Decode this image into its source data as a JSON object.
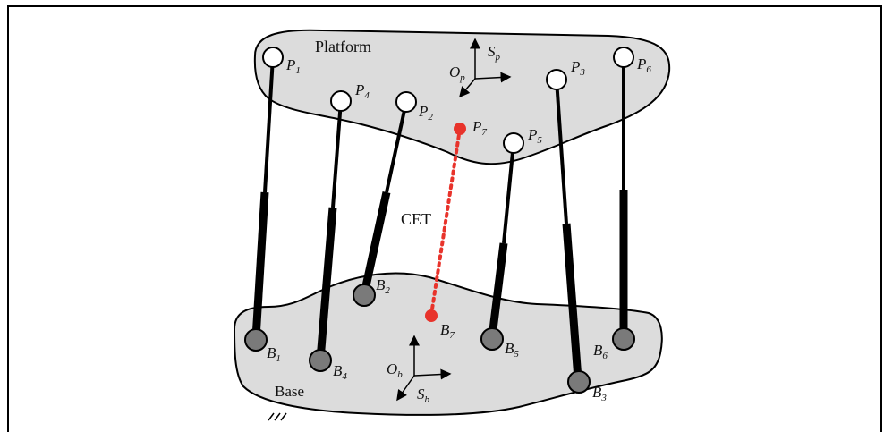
{
  "labels": {
    "platform": "Platform",
    "base": "Base",
    "cet": "CET",
    "op": "O",
    "op_sub": "p",
    "sp": "S",
    "sp_sub": "p",
    "ob": "O",
    "ob_sub": "b",
    "sb": "S",
    "sb_sub": "b"
  },
  "joints": {
    "p1": {
      "name": "P",
      "sub": "1"
    },
    "p2": {
      "name": "P",
      "sub": "2"
    },
    "p3": {
      "name": "P",
      "sub": "3"
    },
    "p4": {
      "name": "P",
      "sub": "4"
    },
    "p5": {
      "name": "P",
      "sub": "5"
    },
    "p6": {
      "name": "P",
      "sub": "6"
    },
    "p7": {
      "name": "P",
      "sub": "7"
    },
    "b1": {
      "name": "B",
      "sub": "1"
    },
    "b2": {
      "name": "B",
      "sub": "2"
    },
    "b3": {
      "name": "B",
      "sub": "3"
    },
    "b4": {
      "name": "B",
      "sub": "4"
    },
    "b5": {
      "name": "B",
      "sub": "5"
    },
    "b6": {
      "name": "B",
      "sub": "6"
    },
    "b7": {
      "name": "B",
      "sub": "7"
    }
  },
  "colors": {
    "body_fill": "#dcdcdc",
    "outline": "#000000",
    "base_joint": "#7a7a7a",
    "platform_joint": "#ffffff",
    "cet_line": "#e8332b"
  }
}
